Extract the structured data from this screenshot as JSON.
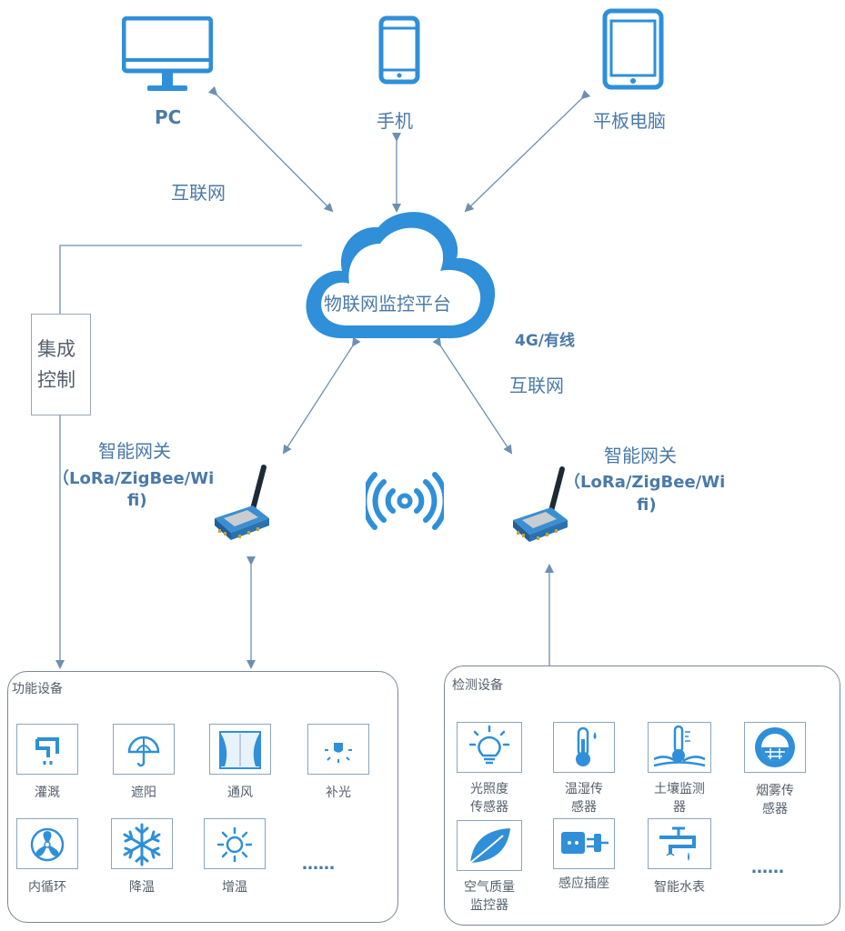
{
  "devices": {
    "pc": "PC",
    "phone": "手机",
    "tablet": "平板电脑"
  },
  "cloud_label": "物联网监控平台",
  "edge_labels": {
    "internet_top": "互联网",
    "cellular": "4G/有线",
    "internet_mid": "互联网"
  },
  "integration_box": {
    "line1": "集成",
    "line2": "控制"
  },
  "gateway_left": {
    "line1": "智能网关",
    "line2": "（LoRa/ZigBee/Wi",
    "line3": "fi)"
  },
  "gateway_right": {
    "line1": "智能网关",
    "line2": "（LoRa/ZigBee/Wi",
    "line3": "fi)"
  },
  "function_group": {
    "title": "功能设备",
    "items": [
      "灌溉",
      "遮阳",
      "通风",
      "补光",
      "内循环",
      "降温",
      "增温"
    ],
    "more": "……"
  },
  "sensor_group": {
    "title": "检测设备",
    "items": [
      {
        "l1": "光照度",
        "l2": "传感器"
      },
      {
        "l1": "温湿传",
        "l2": "感器"
      },
      {
        "l1": "土壤监测",
        "l2": "器"
      },
      {
        "l1": "烟雾传",
        "l2": "感器"
      },
      {
        "l1": "空气质量",
        "l2": "监控器"
      },
      {
        "l1": "感应插座",
        "l2": ""
      },
      {
        "l1": "智能水表",
        "l2": ""
      }
    ],
    "more": "……"
  },
  "colors": {
    "primary": "#2f8fd8",
    "line": "#6e8fb0",
    "text": "#4a7aa8"
  }
}
